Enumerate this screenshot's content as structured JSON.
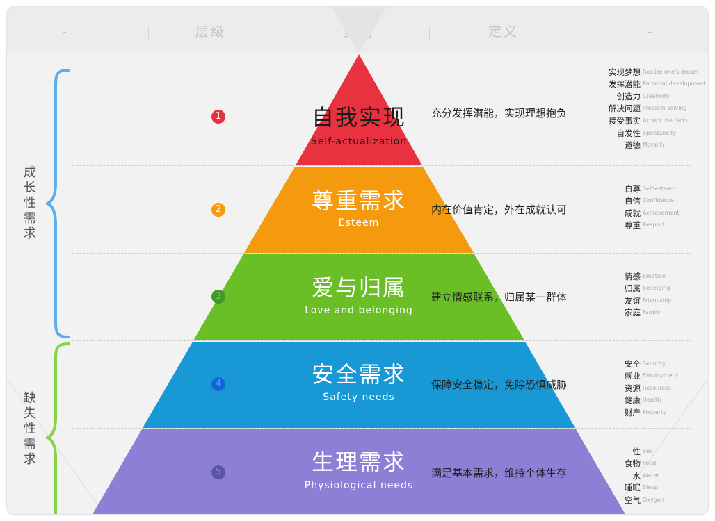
{
  "header": {
    "columns": [
      "-",
      "层级",
      "类别",
      "定义",
      "-"
    ]
  },
  "groups": [
    {
      "label": "成长性需求",
      "color": "#5aaeec"
    },
    {
      "label": "缺失性需求",
      "color": "#86d347"
    }
  ],
  "levels": [
    {
      "number": "1",
      "zh": "自我实现",
      "en": "Self-actualization",
      "definition": "充分发挥潜能，实现理想抱负",
      "color": "#e8323f",
      "keywords": [
        {
          "zh": "实现梦想",
          "en": "Realize one's dream"
        },
        {
          "zh": "发挥潜能",
          "en": "Potential development"
        },
        {
          "zh": "创造力",
          "en": "Creativity"
        },
        {
          "zh": "解决问题",
          "en": "Problem solving"
        },
        {
          "zh": "接受事实",
          "en": "Accept the facts"
        },
        {
          "zh": "自发性",
          "en": "Spontaneity"
        },
        {
          "zh": "道德",
          "en": "Morality"
        }
      ]
    },
    {
      "number": "2",
      "zh": "尊重需求",
      "en": "Esteem",
      "definition": "内在价值肯定，外在成就认可",
      "color": "#f59a0f",
      "keywords": [
        {
          "zh": "自尊",
          "en": "Self-esteem"
        },
        {
          "zh": "自信",
          "en": "Confidence"
        },
        {
          "zh": "成就",
          "en": "Achievement"
        },
        {
          "zh": "尊重",
          "en": "Respect"
        }
      ]
    },
    {
      "number": "3",
      "zh": "爱与归属",
      "en": "Love and belonging",
      "definition": "建立情感联系，归属某一群体",
      "color": "#6abf26",
      "keywords": [
        {
          "zh": "情感",
          "en": "Emotion"
        },
        {
          "zh": "归属",
          "en": "belonging"
        },
        {
          "zh": "友谊",
          "en": "Friendship"
        },
        {
          "zh": "家庭",
          "en": "Family"
        }
      ]
    },
    {
      "number": "4",
      "zh": "安全需求",
      "en": "Safety needs",
      "definition": "保障安全稳定，免除恐惧威胁",
      "color": "#1899d6",
      "keywords": [
        {
          "zh": "安全",
          "en": "Security"
        },
        {
          "zh": "就业",
          "en": "Employment"
        },
        {
          "zh": "资源",
          "en": "Resources"
        },
        {
          "zh": "健康",
          "en": "Health"
        },
        {
          "zh": "财产",
          "en": "Property"
        }
      ]
    },
    {
      "number": "5",
      "zh": "生理需求",
      "en": "Physiological needs",
      "definition": "满足基本需求，维持个体生存",
      "color": "#8b7fd6",
      "keywords": [
        {
          "zh": "性",
          "en": "Sex"
        },
        {
          "zh": "食物",
          "en": "Food"
        },
        {
          "zh": "水",
          "en": "Water"
        },
        {
          "zh": "睡眠",
          "en": "Sleep"
        },
        {
          "zh": "空气",
          "en": "Oxygen"
        }
      ]
    }
  ]
}
